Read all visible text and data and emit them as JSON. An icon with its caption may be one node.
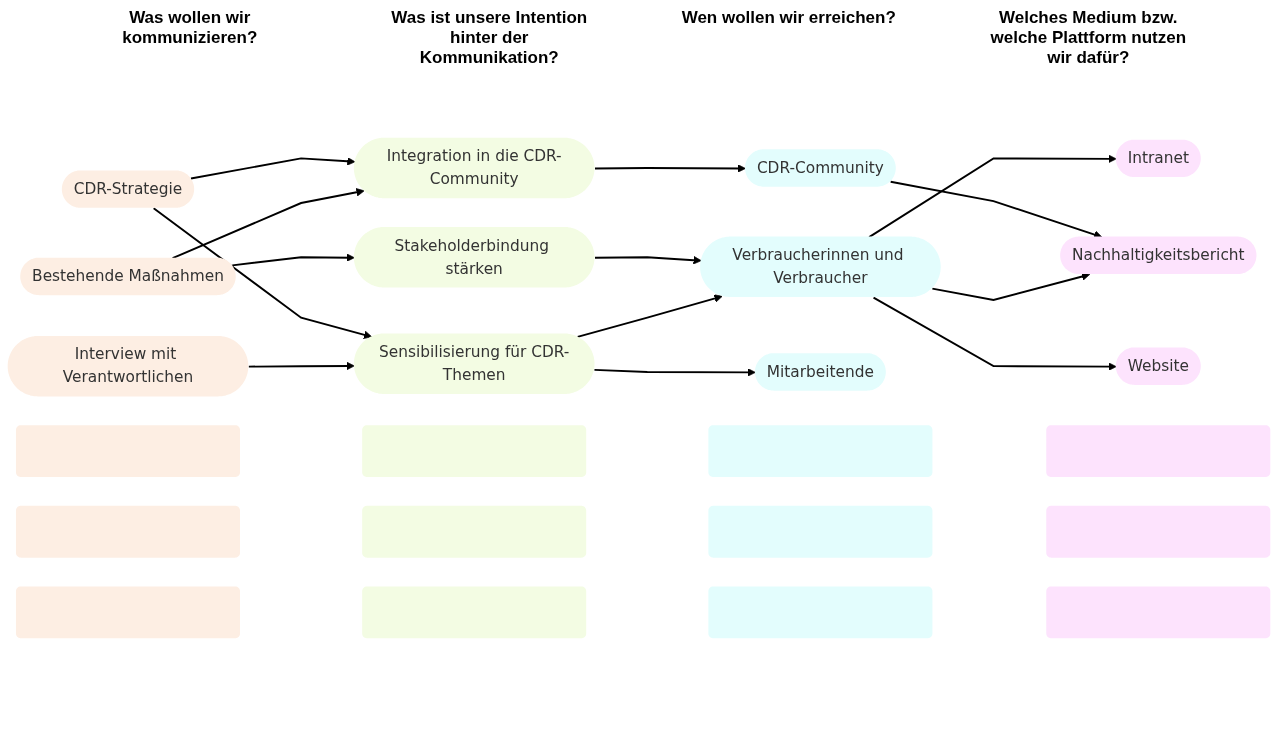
{
  "diagram": {
    "nodes": [
      {
        "text": [
          "Interview mit Verantwortlichen"
        ]
      },
      {
        "text": [
          "Bestehende Maßnahmen"
        ]
      },
      {
        "text": [
          "CDR-Strategie"
        ]
      },
      {
        "text": [],
        "shape": "box"
      },
      {
        "text": [],
        "shape": "box"
      },
      {
        "text": [],
        "shape": "box"
      },
      {
        "text": [
          "Sensibilisierung für CDR-Themen"
        ]
      },
      {
        "text": [
          "Stakeholderbindung stärken"
        ]
      },
      {
        "text": [
          "Integration in die CDR-Community"
        ]
      },
      {
        "text": [],
        "shape": "box"
      },
      {
        "text": [],
        "shape": "box"
      },
      {
        "text": [],
        "shape": "box"
      },
      {
        "text": [
          "Verbraucherinnen und Verbraucher"
        ]
      },
      {
        "text": [
          "CDR-Community"
        ]
      },
      {
        "text": [
          "Mitarbeitende"
        ]
      },
      {
        "text": [],
        "shape": "box"
      },
      {
        "text": [],
        "shape": "box"
      },
      {
        "text": [],
        "shape": "box"
      },
      {
        "text": [
          "Nachhaltigkeitsbericht"
        ]
      },
      {
        "text": [
          "Intranet"
        ]
      },
      {
        "text": [
          "Website"
        ]
      },
      {
        "text": [],
        "shape": "box"
      },
      {
        "text": [],
        "shape": "box"
      },
      {
        "text": [],
        "shape": "box"
      }
    ],
    "edges": [
      {
        "from": 0,
        "to": 6,
        "arrow": "to"
      },
      {
        "from": 1,
        "to": 7,
        "arrow": "to"
      },
      {
        "from": 1,
        "to": 8,
        "arrow": "to"
      },
      {
        "from": 2,
        "to": 6,
        "arrow": "to"
      },
      {
        "from": 2,
        "to": 8,
        "arrow": "to"
      },
      {
        "from": 6,
        "to": 12,
        "arrow": "to"
      },
      {
        "from": 6,
        "to": 14,
        "arrow": "to"
      },
      {
        "from": 7,
        "to": 12,
        "arrow": "to"
      },
      {
        "from": 8,
        "to": 13,
        "arrow": "to"
      },
      {
        "from": 12,
        "to": 18,
        "arrow": "to"
      },
      {
        "from": 12,
        "to": 19,
        "arrow": "to"
      },
      {
        "from": 12,
        "to": 20,
        "arrow": "to"
      },
      {
        "from": 13,
        "to": 18,
        "arrow": "to"
      }
    ],
    "labels": [
      "Was wollen wir kommunizieren?",
      "Was ist unsere Intention hinter der Kommunikation?",
      "Wen wollen wir erreichen?",
      "Welches Medium bzw. welche Plattform nutzen wir dafür?"
    ]
  }
}
